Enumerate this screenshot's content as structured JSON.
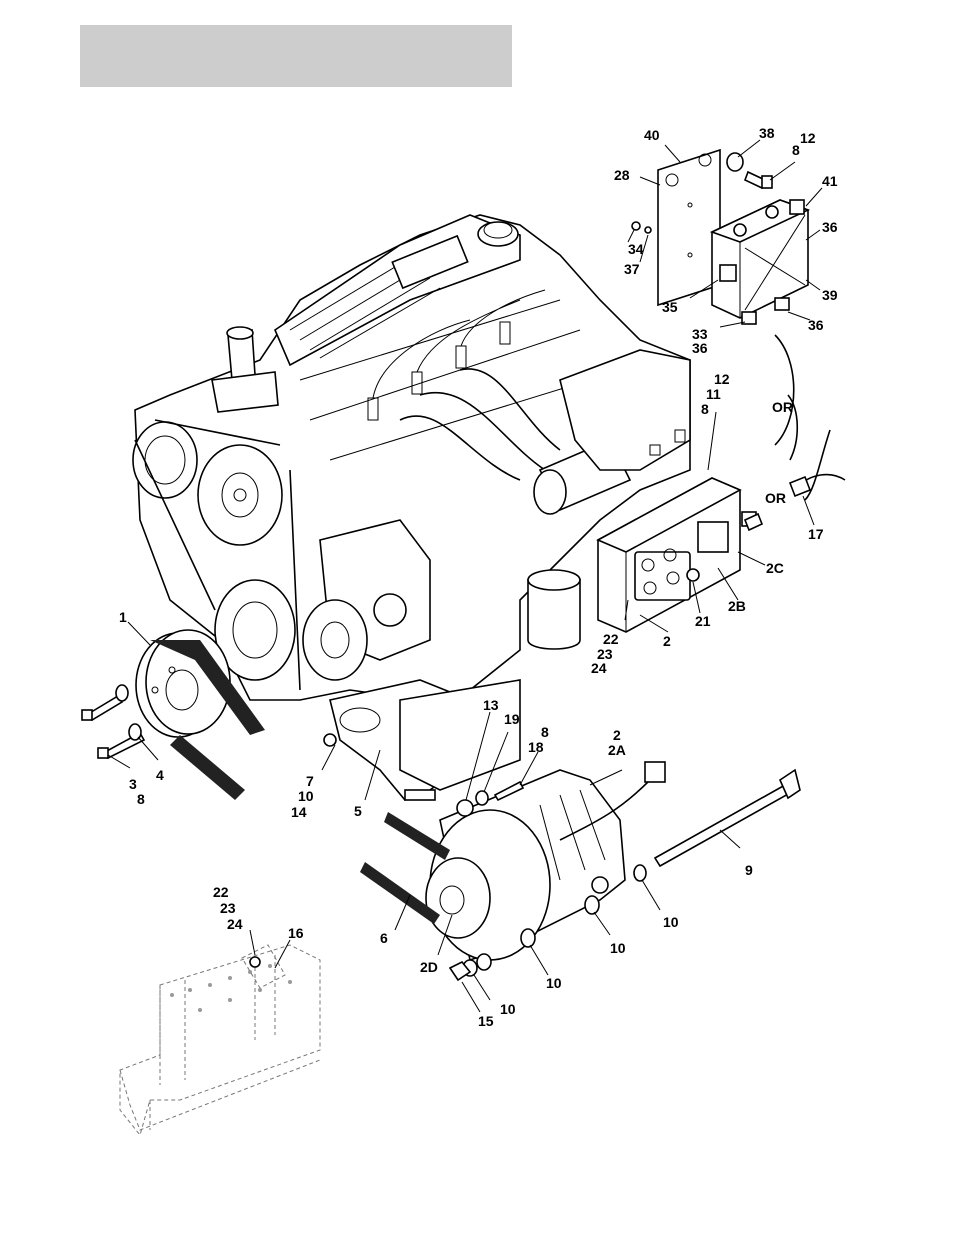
{
  "header": {
    "title": ""
  },
  "callouts": {
    "c1": "1",
    "c3": "3",
    "c8a": "8",
    "c4": "4",
    "c7": "7",
    "c10a": "10",
    "c14": "14",
    "c5": "5",
    "c13": "13",
    "c19": "19",
    "c8b": "8",
    "c18": "18",
    "c2a": "2",
    "c2A": "2A",
    "c9": "9",
    "c6": "6",
    "c2D": "2D",
    "c10b": "10",
    "c10c": "10",
    "c10d": "10",
    "c10e": "10",
    "c15": "15",
    "c22a": "22",
    "c23a": "23",
    "c24a": "24",
    "c16": "16",
    "c22b": "22",
    "c23b": "23",
    "c24b": "24",
    "c2b": "2",
    "c21": "21",
    "c2B": "2B",
    "c2C": "2C",
    "c17": "17",
    "or1": "OR",
    "or2": "OR",
    "c12a": "12",
    "c11": "11",
    "c8c": "8",
    "c40": "40",
    "c38": "38",
    "c12b": "12",
    "c8d": "8",
    "c28": "28",
    "c41": "41",
    "c36a": "36",
    "c34": "34",
    "c37": "37",
    "c35": "35",
    "c39": "39",
    "c33": "33",
    "c36b": "36",
    "c36c": "36"
  }
}
